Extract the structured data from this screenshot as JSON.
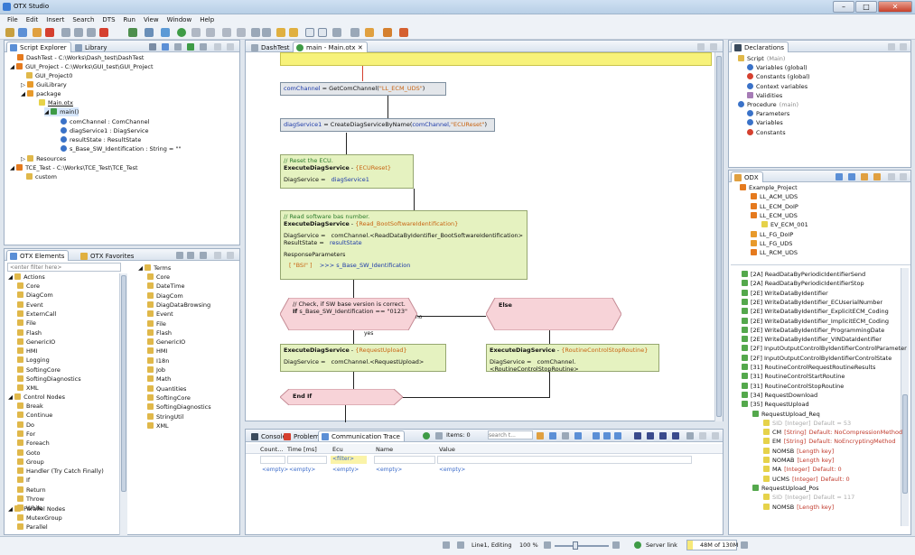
{
  "window": {
    "title": "OTX Studio"
  },
  "menu": [
    "File",
    "Edit",
    "Insert",
    "Search",
    "DTS",
    "Run",
    "View",
    "Window",
    "Help"
  ],
  "script_explorer": {
    "tabs": [
      "Script Explorer",
      "Library"
    ],
    "tree": [
      {
        "label": "DashTest - C:\\Works\\Dash_test\\DashTest",
        "icon": "project-icon"
      },
      {
        "label": "GUI_Project - C:\\Works\\GUI_test\\GUI_Project",
        "icon": "project-icon"
      },
      {
        "label": "GUI_Project0",
        "icon": "folder-icon"
      },
      {
        "label": "GuiLibrary",
        "icon": "package-icon"
      },
      {
        "label": "package",
        "icon": "package-icon"
      },
      {
        "label": "Main.otx",
        "icon": "otx-file-icon"
      },
      {
        "label": "main()",
        "icon": "procedure-icon"
      },
      {
        "label": "comChannel : ComChannel",
        "icon": "variable-icon"
      },
      {
        "label": "diagService1 : DiagService",
        "icon": "variable-icon"
      },
      {
        "label": "resultState : ResultState",
        "icon": "variable-icon"
      },
      {
        "label": "s_Base_SW_Identification : String = \"\"",
        "icon": "variable-icon"
      },
      {
        "label": "Resources",
        "icon": "folder-icon"
      },
      {
        "label": "TCE_Test - C:\\Works\\TCE_Test\\TCE_Test",
        "icon": "project-icon"
      },
      {
        "label": "custom",
        "icon": "folder-icon"
      }
    ]
  },
  "otx_elements": {
    "tabs": [
      "OTX Elements",
      "OTX Favorites"
    ],
    "filter_placeholder": "<enter filter here>",
    "actions_header": "Actions",
    "actions": [
      "Core",
      "DiagCom",
      "Event",
      "ExternCall",
      "File",
      "Flash",
      "GenericIO",
      "HMI",
      "Logging",
      "SoftingCore",
      "SoftingDiagnostics",
      "XML"
    ],
    "control_header": "Control Nodes",
    "control": [
      "Break",
      "Continue",
      "Do",
      "For",
      "Foreach",
      "Goto",
      "Group",
      "Handler (Try Catch Finally)",
      "If",
      "Return",
      "Throw",
      "While"
    ],
    "parallel_header": "Parallel Nodes",
    "parallel": [
      "MutexGroup",
      "Parallel"
    ],
    "terms_header": "Terms",
    "terms": [
      "Core",
      "DateTime",
      "DiagCom",
      "DiagDataBrowsing",
      "Event",
      "File",
      "Flash",
      "GenericIO",
      "HMI",
      "I18n",
      "Job",
      "Math",
      "Quantities",
      "SoftingCore",
      "SoftingDiagnostics",
      "StringUtil",
      "XML"
    ]
  },
  "editor": {
    "tabs": [
      "DashTest",
      "main - Main.otx"
    ],
    "n1": {
      "lhs": "comChannel",
      "eq": " = ",
      "fn": "GetComChannel(",
      "arg": "\"LL_ECM_UDS\"",
      ")": ")"
    },
    "n2": {
      "lhs": "diagService1",
      "eq": " = ",
      "fn": "CreateDiagServiceByName(",
      "args": "comChannel,",
      "arg": "\"ECUReset\"",
      "close": ")"
    },
    "n3": {
      "comment": "// Reset the ECU.",
      "name": "ExecuteDiagService",
      "sep": " - ",
      "tag": "{ECUReset}",
      "field": "DiagService =",
      "val": "diagService1"
    },
    "n4": {
      "comment": "// Read software bas number.",
      "name": "ExecuteDiagService",
      "sep": " - ",
      "tag": "{Read_BootSoftwareIdentification}",
      "f1": "DiagService =",
      "v1": "comChannel.<ReadDataByIdentifier_BootSoftwareIdentification>",
      "f2": "ResultState =",
      "v2": "resultState",
      "f3": "ResponseParameters",
      "r1": "[ \"BSI\" ]",
      "r2": ">>> s_Base_SW_Identification"
    },
    "if_node": {
      "comment": "// Check, if SW base version is correct.",
      "kw": "If",
      "cond": "s_Base_SW_Identification == \"0123\""
    },
    "else_label": "Else",
    "no_label": "no",
    "yes_label": "yes",
    "n5": {
      "name": "ExecuteDiagService",
      "sep": " - ",
      "tag": "{RequestUpload}",
      "field": "DiagService =",
      "val": "comChannel.<RequestUpload>"
    },
    "n6": {
      "name": "ExecuteDiagService",
      "sep": " - ",
      "tag": "{RoutineControlStopRoutine}",
      "field": "DiagService =",
      "val": "comChannel.<RoutineControlStopRoutine>"
    },
    "endif": "End If"
  },
  "console": {
    "tabs": [
      "Console",
      "Problems",
      "Communication Trace"
    ],
    "items": "Items: 0",
    "search_placeholder": "search t...",
    "columns": [
      "Count...",
      "Time [ms]",
      "Ecu",
      "Name",
      "Value"
    ],
    "filter": "<filter>",
    "empty": "<empty>"
  },
  "declarations": {
    "tab": "Declarations",
    "items": [
      {
        "label": "Script",
        "extra": "(Main)",
        "icon": "script-icon",
        "indent": 0
      },
      {
        "label": "Variables (global)",
        "extra": "",
        "icon": "variable-icon",
        "indent": 1
      },
      {
        "label": "Constants (global)",
        "extra": "",
        "icon": "constant-icon",
        "indent": 1
      },
      {
        "label": "Context variables",
        "extra": "",
        "icon": "variable-icon",
        "indent": 1
      },
      {
        "label": "Validities",
        "extra": "",
        "icon": "validity-icon",
        "indent": 1
      },
      {
        "label": "Procedure",
        "extra": "(main)",
        "icon": "procedure-icon",
        "indent": 0
      },
      {
        "label": "Parameters",
        "extra": "",
        "icon": "parameter-icon",
        "indent": 1
      },
      {
        "label": "Variables",
        "extra": "",
        "icon": "variable-icon",
        "indent": 1
      },
      {
        "label": "Constants",
        "extra": "",
        "icon": "constant-icon",
        "indent": 1
      }
    ]
  },
  "odx": {
    "tab": "ODX",
    "tree": [
      {
        "label": "Example_Project",
        "icon": "project-icon",
        "indent": 0
      },
      {
        "label": "LL_ACM_UDS",
        "icon": "ecu-e-icon",
        "indent": 1
      },
      {
        "label": "LL_ECM_DoIP",
        "icon": "ecu-e-icon",
        "indent": 1
      },
      {
        "label": "LL_ECM_UDS",
        "icon": "ecu-e-icon",
        "indent": 1
      },
      {
        "label": "EV_ECM_001",
        "icon": "ecu-v-icon",
        "indent": 2
      },
      {
        "label": "LL_FG_DoIP",
        "icon": "ecu-f-icon",
        "indent": 1
      },
      {
        "label": "LL_FG_UDS",
        "icon": "ecu-f-icon",
        "indent": 1
      },
      {
        "label": "LL_RCM_UDS",
        "icon": "ecu-e-icon",
        "indent": 1
      }
    ],
    "services": [
      "[2A] ReadDataByPeriodicIdentifierSend",
      "[2A] ReadDataByPeriodicIdentifierStop",
      "[2E] WriteDataByIdentifier",
      "[2E] WriteDataByIdentifier_ECUserialNumber",
      "[2E] WriteDataByIdentifier_ExplicitECM_Coding",
      "[2E] WriteDataByIdentifier_ImplicitECM_Coding",
      "[2E] WriteDataByIdentifier_ProgrammingDate",
      "[2E] WriteDataByIdentifier_VINDataIdentifier",
      "[2F] InputOutputControlByIdentifierControlParameter",
      "[2F] InputOutputControlByIdentifierControlState",
      "[31] RoutineControlRequestRoutineResults",
      "[31] RoutineControlStartRoutine",
      "[31] RoutineControlStopRoutine",
      "[34] RequestDownload",
      "[35] RequestUpload"
    ],
    "req_label": "RequestUpload_Req",
    "params": [
      {
        "name": "SID",
        "type": "[Integer]",
        "def": "Default = 53",
        "gray": true
      },
      {
        "name": "CM",
        "type": "[String]",
        "def": "Default: NoCompressionMethod",
        "gray": false
      },
      {
        "name": "EM",
        "type": "[String]",
        "def": "Default: NoEncryptingMethod",
        "gray": false
      },
      {
        "name": "NOMSB",
        "type": "[Length key]",
        "def": "",
        "gray": false
      },
      {
        "name": "NOMAB",
        "type": "[Length key]",
        "def": "",
        "gray": false
      },
      {
        "name": "MA",
        "type": "[Integer]",
        "def": "Default: 0",
        "gray": false
      },
      {
        "name": "UCMS",
        "type": "[Integer]",
        "def": "Default: 0",
        "gray": false
      }
    ],
    "pos_label": "RequestUpload_Pos",
    "pos_params": [
      {
        "name": "SID",
        "type": "[Integer]",
        "def": "Default = 117",
        "gray": true
      },
      {
        "name": "NOMSB",
        "type": "[Length key]",
        "def": "",
        "gray": false
      }
    ]
  },
  "status": {
    "position": "Line1, Editing",
    "zoom": "100 %",
    "server": "Server link",
    "memory": "48M of 130M"
  },
  "colors": {
    "accent": "#3a72c8",
    "node_green": "#e5f2c0",
    "node_pink": "#f7d3d8",
    "highlight_yellow": "#f7f27a"
  }
}
